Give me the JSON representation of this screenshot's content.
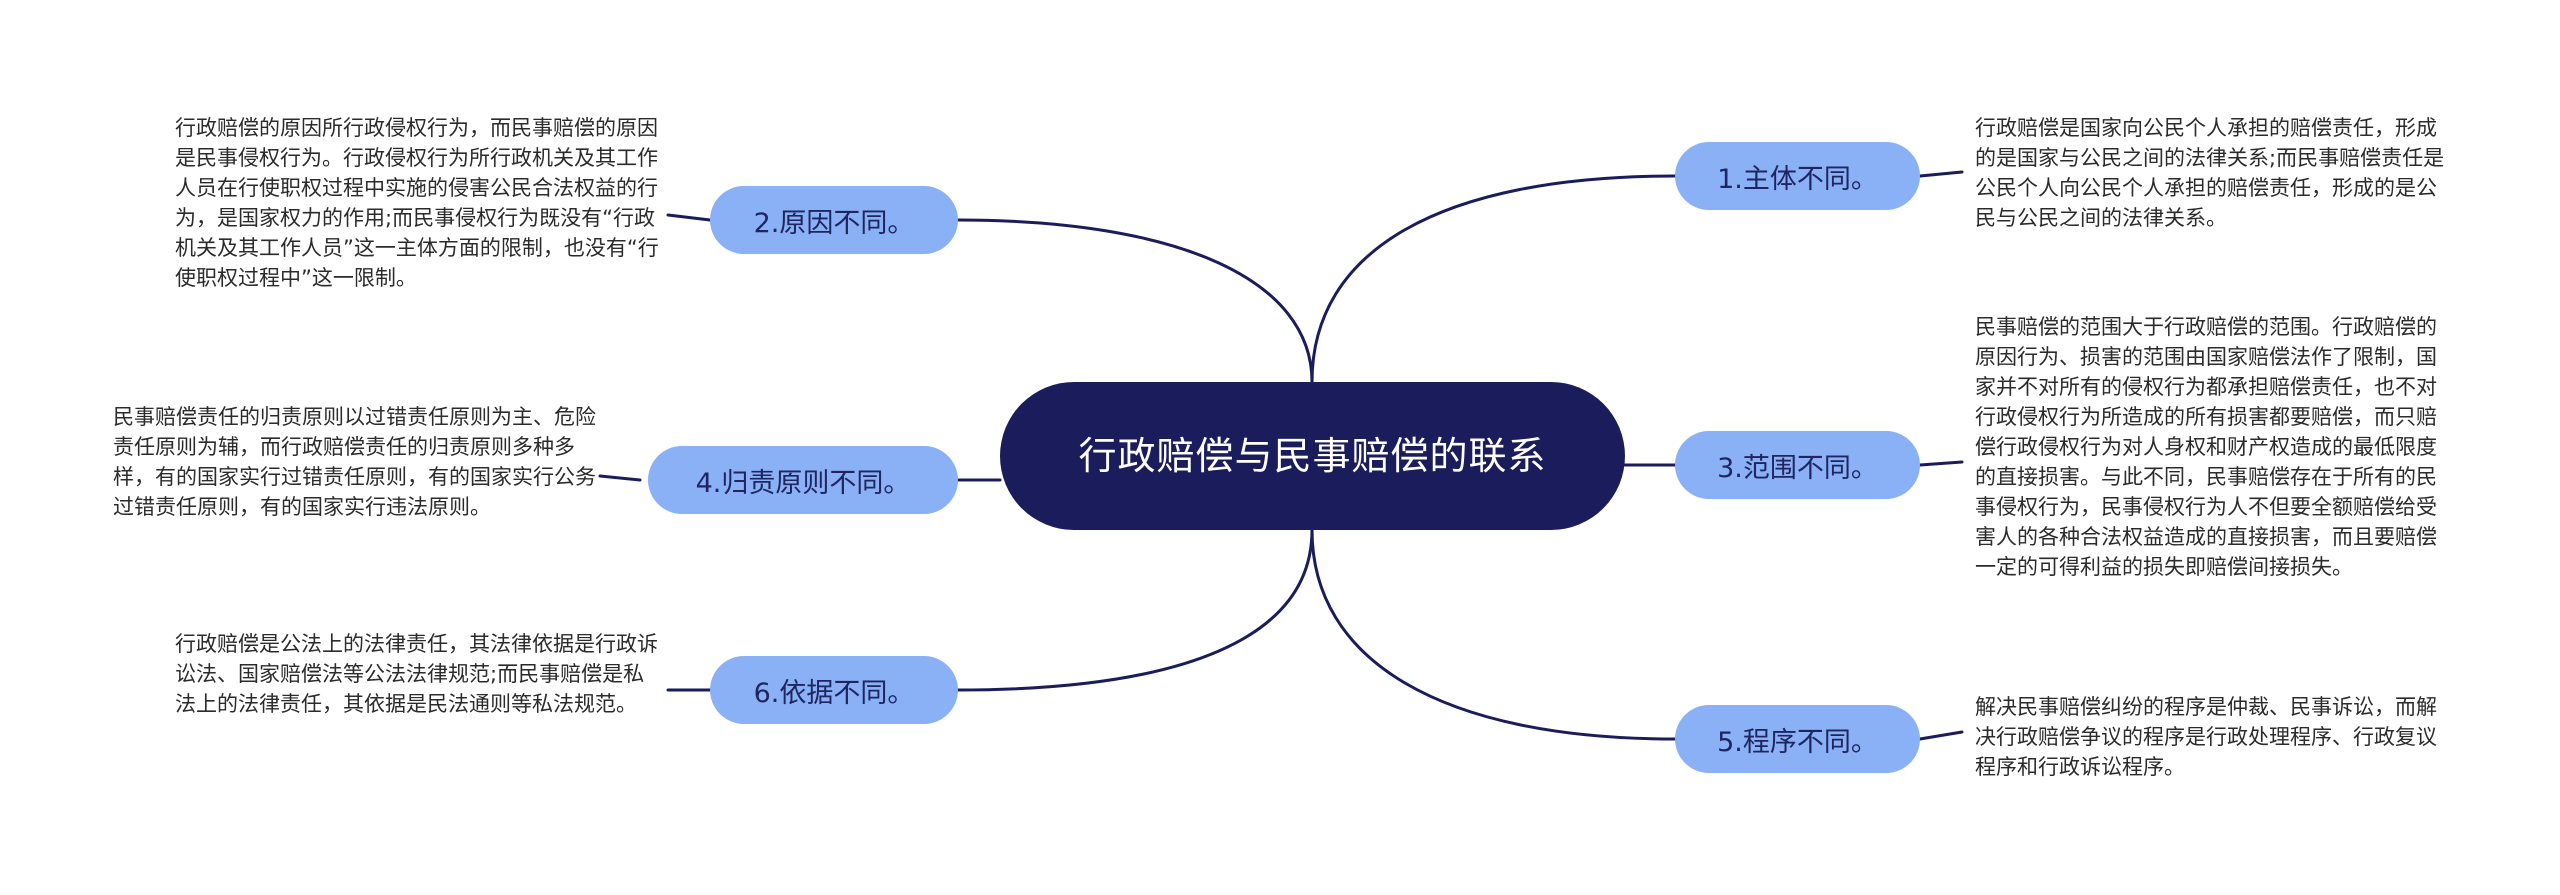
{
  "center": {
    "title": "行政赔偿与民事赔偿的联系"
  },
  "branches": [
    {
      "id": "b1",
      "label": "1.主体不同。",
      "detail": "行政赔偿是国家向公民个人承担的赔偿责任，形成的是国家与公民之间的法律关系;而民事赔偿责任是公民个人向公民个人承担的赔偿责任，形成的是公民与公民之间的法律关系。"
    },
    {
      "id": "b2",
      "label": "2.原因不同。",
      "detail": "行政赔偿的原因所行政侵权行为，而民事赔偿的原因是民事侵权行为。行政侵权行为所行政机关及其工作人员在行使职权过程中实施的侵害公民合法权益的行为，是国家权力的作用;而民事侵权行为既没有“行政机关及其工作人员”这一主体方面的限制，也没有“行使职权过程中”这一限制。"
    },
    {
      "id": "b3",
      "label": "3.范围不同。",
      "detail": "民事赔偿的范围大于行政赔偿的范围。行政赔偿的原因行为、损害的范围由国家赔偿法作了限制，国家并不对所有的侵权行为都承担赔偿责任，也不对行政侵权行为所造成的所有损害都要赔偿，而只赔偿行政侵权行为对人身权和财产权造成的最低限度的直接损害。与此不同，民事赔偿存在于所有的民事侵权行为，民事侵权行为人不但要全额赔偿给受害人的各种合法权益造成的直接损害，而且要赔偿一定的可得利益的损失即赔偿间接损失。"
    },
    {
      "id": "b4",
      "label": "4.归责原则不同。",
      "detail": "民事赔偿责任的归责原则以过错责任原则为主、危险责任原则为辅，而行政赔偿责任的归责原则多种多样，有的国家实行过错责任原则，有的国家实行公务过错责任原则，有的国家实行违法原则。"
    },
    {
      "id": "b5",
      "label": "5.程序不同。",
      "detail": "解决民事赔偿纠纷的程序是仲裁、民事诉讼，而解决行政赔偿争议的程序是行政处理程序、行政复议程序和行政诉讼程序。"
    },
    {
      "id": "b6",
      "label": "6.依据不同。",
      "detail": "行政赔偿是公法上的法律责任，其法律依据是行政诉讼法、国家赔偿法等公法法律规范;而民事赔偿是私法上的法律责任，其依据是民法通则等私法规范。"
    }
  ],
  "colors": {
    "center_bg": "#1b1c5c",
    "topic_bg": "#8ab0f5",
    "line": "#1b1c5c"
  }
}
